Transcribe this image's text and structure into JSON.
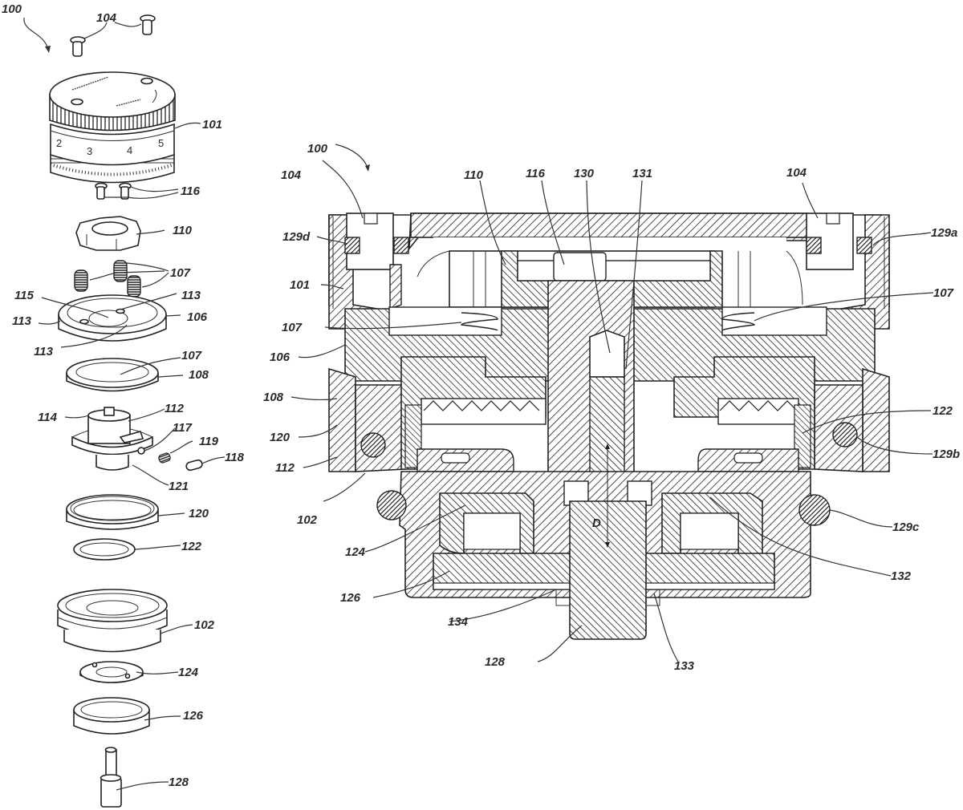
{
  "figure": {
    "type": "patent drawing",
    "views": [
      "exploded-perspective",
      "cross-section"
    ],
    "colors": {
      "ink": "#222222",
      "background": "#ffffff"
    }
  },
  "exploded_view": {
    "assembly_label": "100",
    "dial_scale_numbers": [
      "2",
      "3",
      "4",
      "5"
    ],
    "labels": [
      {
        "id": "ex-100",
        "text": "100"
      },
      {
        "id": "ex-104",
        "text": "104"
      },
      {
        "id": "ex-101",
        "text": "101"
      },
      {
        "id": "ex-116",
        "text": "116"
      },
      {
        "id": "ex-110",
        "text": "110"
      },
      {
        "id": "ex-107a",
        "text": "107"
      },
      {
        "id": "ex-115",
        "text": "115"
      },
      {
        "id": "ex-113a",
        "text": "113"
      },
      {
        "id": "ex-113b",
        "text": "113"
      },
      {
        "id": "ex-106",
        "text": "106"
      },
      {
        "id": "ex-113c",
        "text": "113"
      },
      {
        "id": "ex-107b",
        "text": "107"
      },
      {
        "id": "ex-108",
        "text": "108"
      },
      {
        "id": "ex-114",
        "text": "114"
      },
      {
        "id": "ex-112",
        "text": "112"
      },
      {
        "id": "ex-117",
        "text": "117"
      },
      {
        "id": "ex-119",
        "text": "119"
      },
      {
        "id": "ex-118",
        "text": "118"
      },
      {
        "id": "ex-121",
        "text": "121"
      },
      {
        "id": "ex-120",
        "text": "120"
      },
      {
        "id": "ex-122",
        "text": "122"
      },
      {
        "id": "ex-102",
        "text": "102"
      },
      {
        "id": "ex-124",
        "text": "124"
      },
      {
        "id": "ex-126",
        "text": "126"
      },
      {
        "id": "ex-128",
        "text": "128"
      }
    ]
  },
  "section_view": {
    "assembly_label": "100",
    "dimension_label": "D",
    "labels": [
      {
        "id": "cs-100",
        "text": "100"
      },
      {
        "id": "cs-104a",
        "text": "104"
      },
      {
        "id": "cs-110",
        "text": "110"
      },
      {
        "id": "cs-116",
        "text": "116"
      },
      {
        "id": "cs-130",
        "text": "130"
      },
      {
        "id": "cs-131",
        "text": "131"
      },
      {
        "id": "cs-104b",
        "text": "104"
      },
      {
        "id": "cs-129d",
        "text": "129d"
      },
      {
        "id": "cs-129a",
        "text": "129a"
      },
      {
        "id": "cs-101",
        "text": "101"
      },
      {
        "id": "cs-107a",
        "text": "107"
      },
      {
        "id": "cs-107b",
        "text": "107"
      },
      {
        "id": "cs-106",
        "text": "106"
      },
      {
        "id": "cs-108",
        "text": "108"
      },
      {
        "id": "cs-120",
        "text": "120"
      },
      {
        "id": "cs-122",
        "text": "122"
      },
      {
        "id": "cs-112",
        "text": "112"
      },
      {
        "id": "cs-129b",
        "text": "129b"
      },
      {
        "id": "cs-102",
        "text": "102"
      },
      {
        "id": "cs-129c",
        "text": "129c"
      },
      {
        "id": "cs-124",
        "text": "124"
      },
      {
        "id": "cs-132",
        "text": "132"
      },
      {
        "id": "cs-126",
        "text": "126"
      },
      {
        "id": "cs-134",
        "text": "134"
      },
      {
        "id": "cs-128",
        "text": "128"
      },
      {
        "id": "cs-133",
        "text": "133"
      }
    ]
  }
}
